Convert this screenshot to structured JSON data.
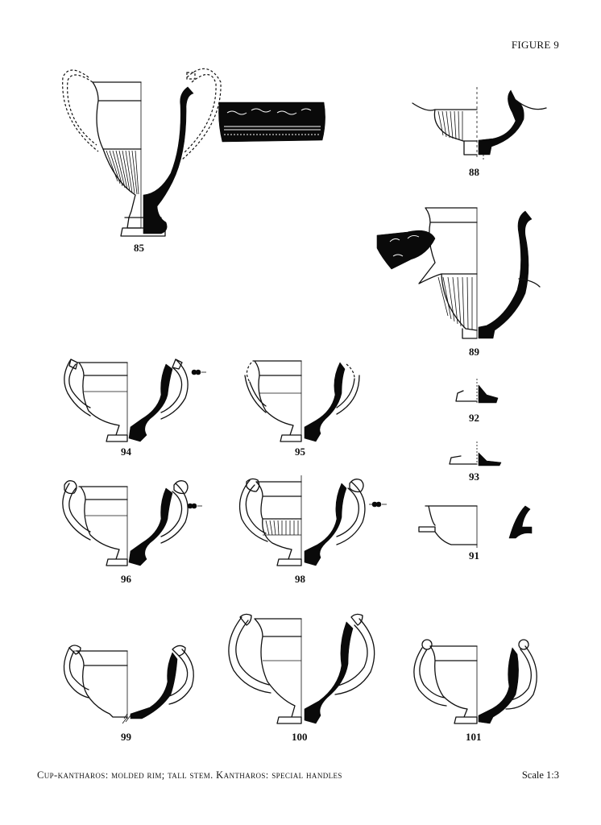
{
  "figure": {
    "title": "FIGURE 9"
  },
  "vessels": [
    {
      "id": "85",
      "label": "85"
    },
    {
      "id": "88",
      "label": "88"
    },
    {
      "id": "89",
      "label": "89"
    },
    {
      "id": "92",
      "label": "92"
    },
    {
      "id": "93",
      "label": "93"
    },
    {
      "id": "91",
      "label": "91"
    },
    {
      "id": "94",
      "label": "94"
    },
    {
      "id": "95",
      "label": "95"
    },
    {
      "id": "96",
      "label": "96"
    },
    {
      "id": "98",
      "label": "98"
    },
    {
      "id": "99",
      "label": "99"
    },
    {
      "id": "100",
      "label": "100"
    },
    {
      "id": "101",
      "label": "101"
    }
  ],
  "caption": {
    "text": "Cup-kantharos: molded rim; tall stem. Kantharos: special handles"
  },
  "scale": {
    "text": "Scale 1:3"
  },
  "colors": {
    "ink": "#111111",
    "paper": "#ffffff"
  }
}
